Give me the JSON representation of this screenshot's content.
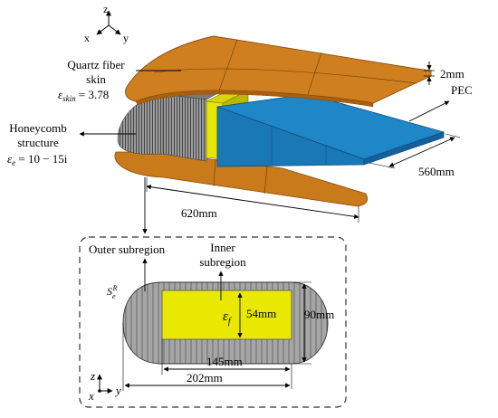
{
  "axes_top": {
    "x": "x",
    "y": "y",
    "z": "z"
  },
  "axes_detail": {
    "x": "x",
    "y": "y",
    "z": "z"
  },
  "labels": {
    "skin_line1": "Quartz fiber",
    "skin_line2": "skin",
    "skin_eq_symbol": "ε",
    "skin_eq_sub": "skin",
    "skin_eq_value": " = 3.78",
    "honeycomb_line1": "Honeycomb",
    "honeycomb_line2": "structure",
    "honeycomb_eq_symbol": "ε",
    "honeycomb_eq_sub": "e",
    "honeycomb_eq_value": " = 10 − 15i",
    "pec": "PEC",
    "thickness": "2mm",
    "depth": "560mm",
    "span": "620mm"
  },
  "detail": {
    "outer_subregion": "Outer subregion",
    "inner_line1": "Inner",
    "inner_line2": "subregion",
    "s_symbol": "S",
    "s_sub": "e",
    "s_sup": "R",
    "eps_f_symbol": "ε",
    "eps_f_sub": "f",
    "inner_height": "54mm",
    "outer_height": "90mm",
    "inner_width": "145mm",
    "outer_width": "202mm"
  },
  "colors": {
    "skin": "#cf7f1f",
    "skin_dark": "#a85f10",
    "pec": "#1f86c8",
    "pec_dark": "#166aa3",
    "honeycomb": "#8f8f8f",
    "yellow": "#e8e800"
  }
}
